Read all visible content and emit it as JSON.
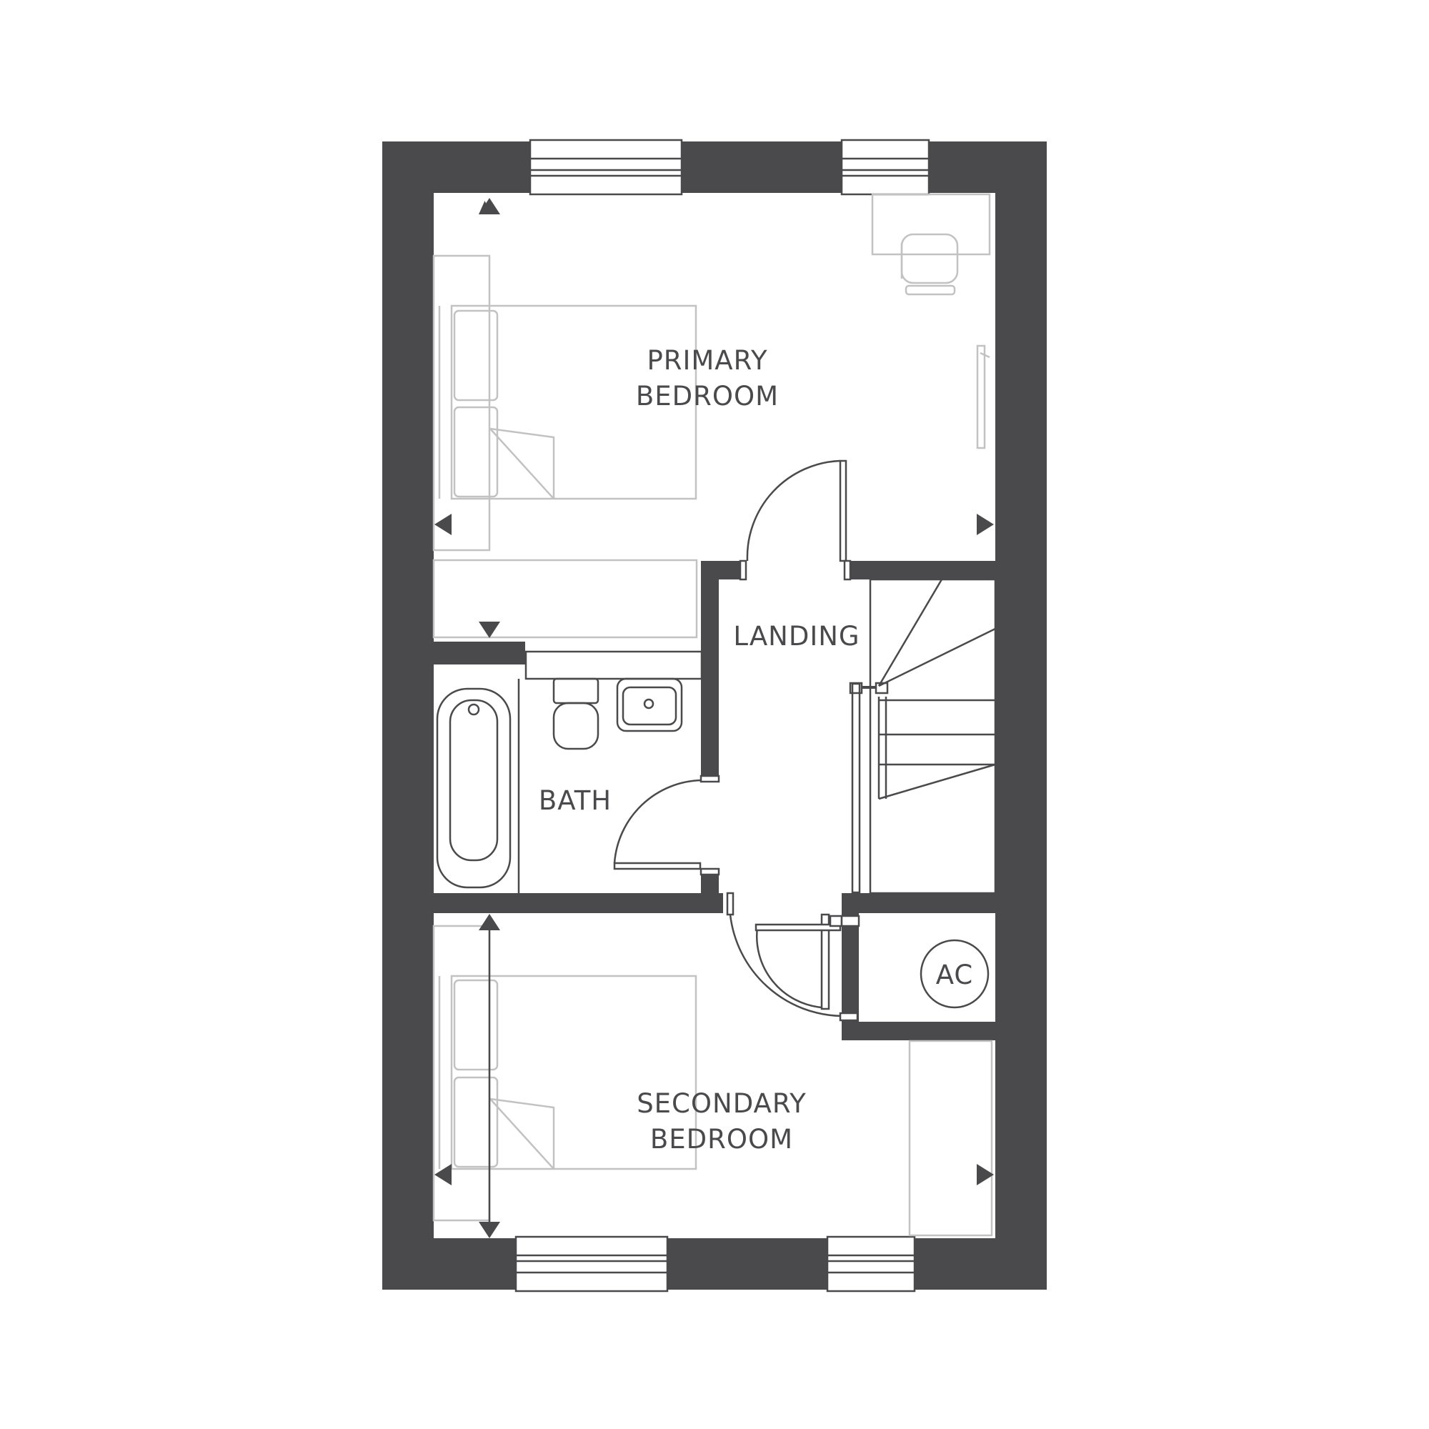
{
  "rooms": {
    "primary_bedroom": [
      "PRIMARY",
      "BEDROOM"
    ],
    "landing": "LANDING",
    "bath": "BATH",
    "secondary_bedroom": [
      "SECONDARY",
      "BEDROOM"
    ],
    "ac": "AC"
  },
  "colors": {
    "wall": "#4a494b",
    "furniture": "#c2c2c2",
    "label": "#4a4a4c",
    "background": "#ffffff"
  },
  "icons": [
    "window-icon",
    "door-swing-icon",
    "staircase-icon",
    "bath-tub-icon",
    "toilet-icon",
    "sink-icon",
    "bed-icon",
    "desk-icon",
    "chair-icon",
    "dimension-arrow-icon",
    "ac-unit-icon"
  ]
}
